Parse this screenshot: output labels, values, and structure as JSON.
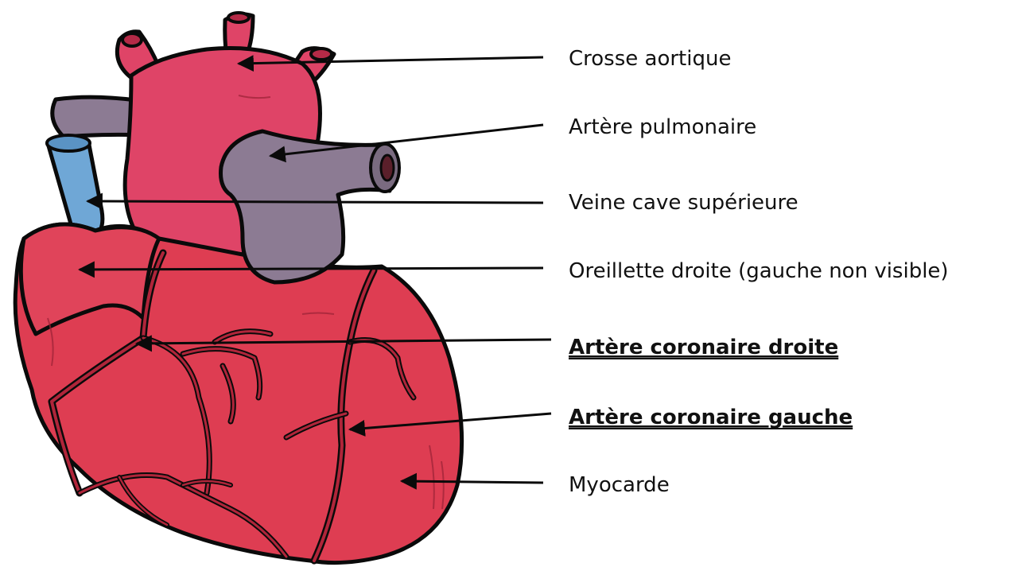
{
  "colors": {
    "myocardium": "#de3d52",
    "aorta": "#df4467",
    "pulmonary_artery": "#8c7b93",
    "vena_cava": "#6fa7d6",
    "coronary_vessel": "#b0253a",
    "outline": "#0a0a0a"
  },
  "labels": [
    {
      "key": "aortic_arch",
      "text": "Crosse aortique",
      "bold": false
    },
    {
      "key": "pulmonary_artery",
      "text": "Artère pulmonaire",
      "bold": false
    },
    {
      "key": "superior_vena_cava",
      "text": "Veine cave supérieure",
      "bold": false
    },
    {
      "key": "right_atrium",
      "text": "Oreillette droite (gauche non visible)",
      "bold": false
    },
    {
      "key": "right_coronary_artery",
      "text": "Artère coronaire droite",
      "bold": true
    },
    {
      "key": "left_coronary_artery",
      "text": "Artère coronaire gauche",
      "bold": true
    },
    {
      "key": "myocardium",
      "text": "Myocarde",
      "bold": false
    }
  ]
}
